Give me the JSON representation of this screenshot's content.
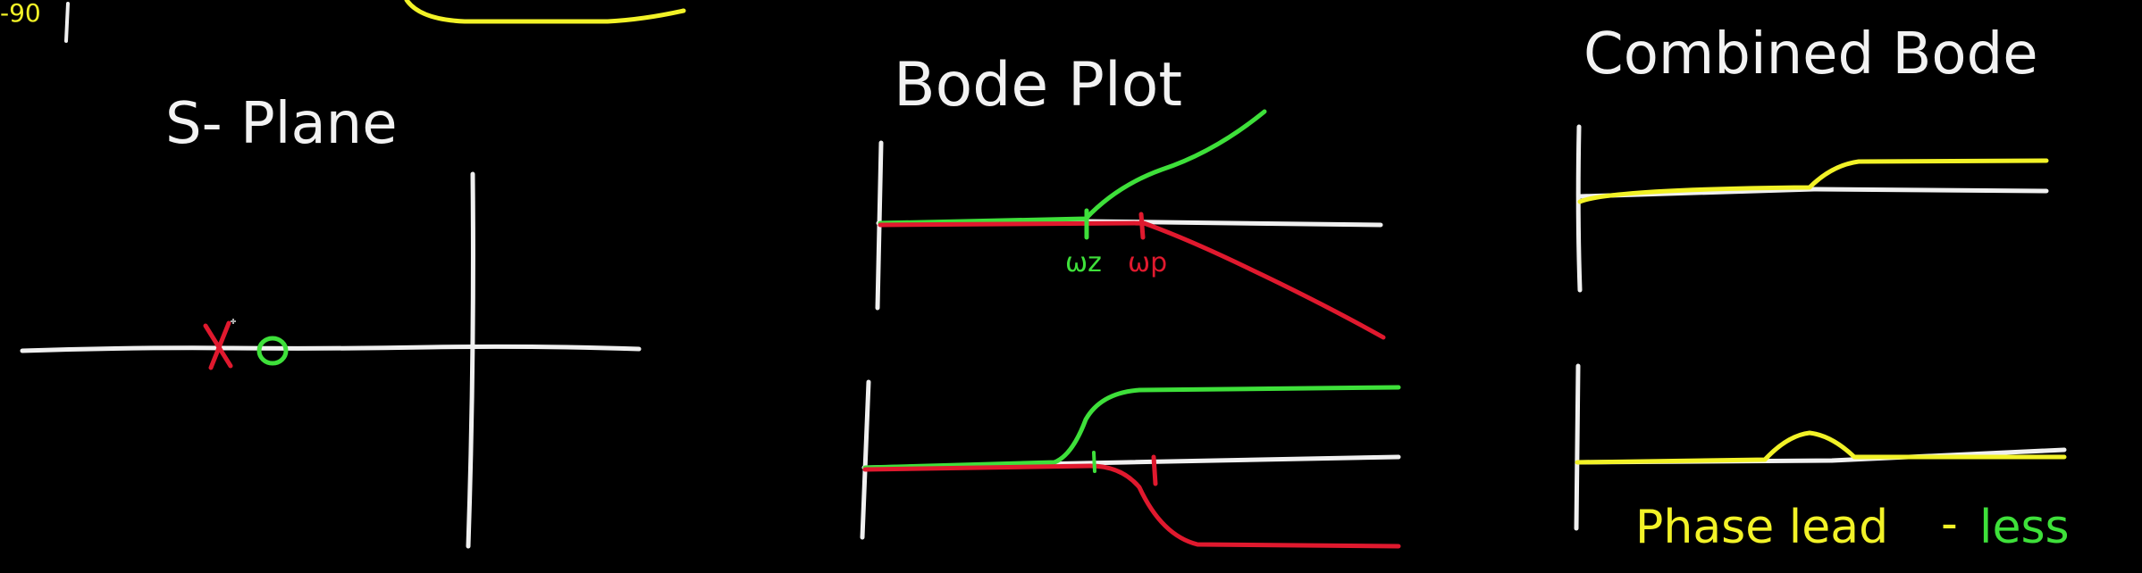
{
  "colors": {
    "background": "#000000",
    "white_ink": "#f0f0f0",
    "green_ink": "#3ee03a",
    "red_ink": "#e0192e",
    "yellow_ink": "#f2f227"
  },
  "top_left_fragment": "-90",
  "s_plane": {
    "title": "S- Plane",
    "pole_marker": "X",
    "zero_marker": "O"
  },
  "bode_plot": {
    "title": "Bode Plot",
    "zero_freq_label": "ωz",
    "pole_freq_label": "ωp"
  },
  "combined_bode": {
    "title": "Combined Bode",
    "caption_phase_lead": "Phase lead",
    "caption_dash": "-",
    "caption_less": "less"
  }
}
